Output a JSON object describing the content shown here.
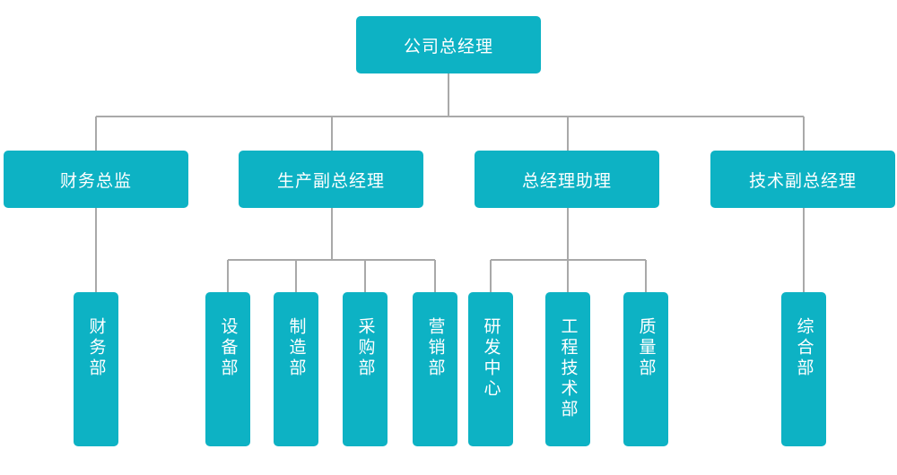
{
  "colors": {
    "node_fill": "#0db2c4",
    "line": "#a9a9a9",
    "text": "#ffffff"
  },
  "root": {
    "label": "公司总经理"
  },
  "level1": [
    {
      "label": "财务总监"
    },
    {
      "label": "生产副总经理"
    },
    {
      "label": "总经理助理"
    },
    {
      "label": "技术副总经理"
    }
  ],
  "level2": [
    {
      "label": "财务部"
    },
    {
      "label": "设备部"
    },
    {
      "label": "制造部"
    },
    {
      "label": "采购部"
    },
    {
      "label": "营销部"
    },
    {
      "label": "研发中心"
    },
    {
      "label": "工程技术部"
    },
    {
      "label": "质量部"
    },
    {
      "label": "综合部"
    }
  ]
}
